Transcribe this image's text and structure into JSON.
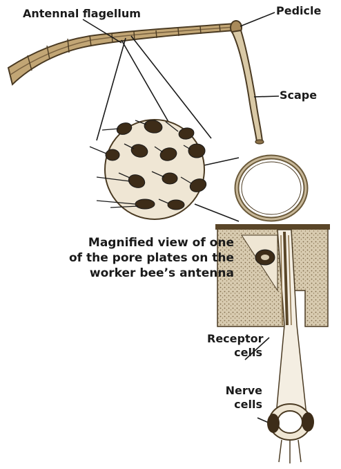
{
  "labels": {
    "antennal_flagellum": "Antennal flagellum",
    "pedicle": "Pedicle",
    "scape": "Scape",
    "magnified_line1": "Magnified view of one",
    "magnified_line2": "of the pore plates on the",
    "magnified_line3": "worker bee’s antenna",
    "receptor_line1": "Receptor",
    "receptor_line2": "cells",
    "nerve_line1": "Nerve",
    "nerve_line2": "cells"
  },
  "colors": {
    "ink": "#1a1a1a",
    "antenna_fill": "#b89a6a",
    "antenna_dark": "#6b5432",
    "tissue": "#c9b99a",
    "background": "#ffffff"
  }
}
